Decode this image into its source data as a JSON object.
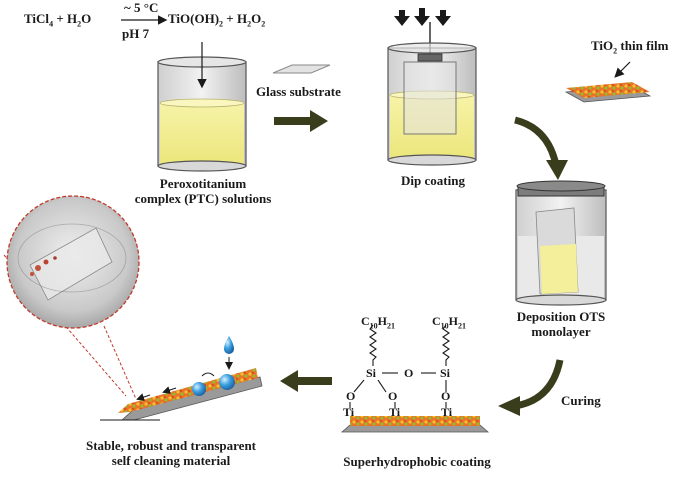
{
  "reaction": {
    "reactant_1": "TiCl",
    "reactant_1_sub": "4",
    "plus_1": "+ H",
    "water_sub": "2",
    "water_o": "O",
    "product_1": "TiO(OH)",
    "product_1_sub": "2",
    "plus_2": "+ H",
    "peroxide_sub": "2",
    "peroxide_o": "O",
    "peroxide_o_sub": "2",
    "temperature": "~ 5 °C",
    "ph": "pH 7"
  },
  "labels": {
    "glass_substrate": "Glass substrate",
    "ptc_line1": "Peroxotitanium",
    "ptc_line2": "complex (PTC) solutions",
    "dip_coating": "Dip coating",
    "tio2_film_prefix": "TiO",
    "tio2_film_sub": "2",
    "tio2_film_suffix": " thin film",
    "ots_line1": "Deposition OTS",
    "ots_line2": "monolayer",
    "curing": "Curing",
    "superhydrophobic": "Superhydrophobic coating",
    "final_line1": "Stable, robust and transparent",
    "final_line2": "self cleaning material"
  },
  "chemistry": {
    "chain_c": "C",
    "chain_c_sub": "10",
    "chain_h": "H",
    "chain_h_sub": "21",
    "si": "Si",
    "o": "O",
    "ti": "Ti"
  },
  "colors": {
    "solution_yellow": "#f3ef9a",
    "arrow_dark": "#3a3d1c",
    "film_orange": "#e8742a",
    "film_green": "#8fbf2f",
    "droplet_blue": "#3aa0e0",
    "callout_red": "#c0392b"
  }
}
